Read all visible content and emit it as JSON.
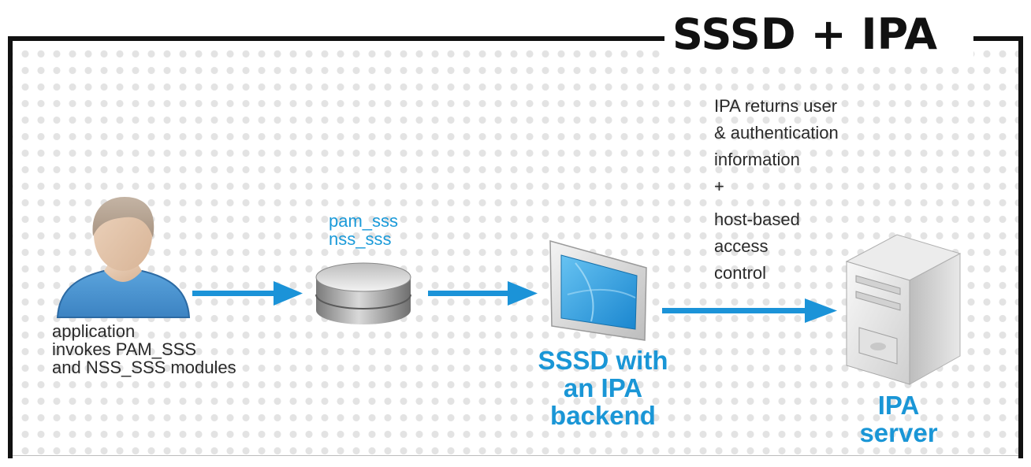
{
  "title": "SSSD + IPA",
  "user": {
    "caption_lines": [
      "application",
      "invokes PAM_SSS",
      "and NSS_SSS modules"
    ]
  },
  "modules": {
    "lines": [
      "pam_sss",
      "nss_sss"
    ]
  },
  "sssd": {
    "label_lines": [
      "SSSD with",
      "an IPA",
      "backend"
    ]
  },
  "ipa_info": {
    "lines": [
      "IPA returns user",
      "& authentication",
      "information",
      "+",
      "host-based",
      "access",
      "control"
    ]
  },
  "server": {
    "label_lines": [
      "IPA",
      "server"
    ]
  },
  "colors": {
    "accent_blue": "#1a96d6",
    "arrow_blue": "#1b93d8",
    "user_blue": "#4a95cf",
    "frame": "#111111"
  }
}
